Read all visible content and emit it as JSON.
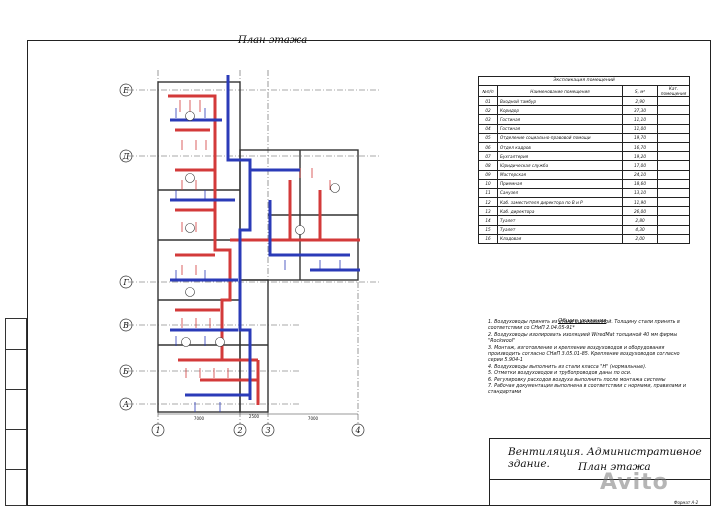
{
  "plan_title": "План этажа",
  "axes": {
    "rows": [
      "Е",
      "Д",
      "Г",
      "В",
      "Б",
      "А"
    ],
    "cols": [
      "1",
      "2",
      "3",
      "4"
    ],
    "bottom_dims": [
      "7000",
      "2500",
      "7000"
    ]
  },
  "explication": {
    "caption": "Экспликация помещений",
    "headers": [
      "№п/п",
      "Наименование помещения",
      "S, м²",
      "Кат. помещения"
    ],
    "rows": [
      [
        "01",
        "Входной тамбур",
        "2,90",
        ""
      ],
      [
        "02",
        "Коридор",
        "37,30",
        ""
      ],
      [
        "03",
        "Гостиная",
        "11,10",
        ""
      ],
      [
        "04",
        "Гостиная",
        "11,00",
        ""
      ],
      [
        "05",
        "Отделение социально-правовой помощи",
        "19,70",
        ""
      ],
      [
        "06",
        "Отдел кадров",
        "16,70",
        ""
      ],
      [
        "07",
        "Бухгалтерия",
        "19,20",
        ""
      ],
      [
        "08",
        "Юридическая служба",
        "17,00",
        ""
      ],
      [
        "09",
        "Мастерская",
        "24,10",
        ""
      ],
      [
        "10",
        "Приемная",
        "18,60",
        ""
      ],
      [
        "11",
        "Санузел",
        "13,10",
        ""
      ],
      [
        "12",
        "Каб. заместителя директора по В и Р",
        "11,90",
        ""
      ],
      [
        "13",
        "Каб. директора",
        "26,00",
        ""
      ],
      [
        "14",
        "Туалет",
        "2,80",
        ""
      ],
      [
        "15",
        "Туалет",
        "4,30",
        ""
      ],
      [
        "16",
        "Кладовая",
        "2,00",
        ""
      ]
    ]
  },
  "notes": {
    "title": "Общие указания",
    "items": [
      "1. Воздуховоды принять из стали оцинкованной. Толщину стали принять в соответствии со СНиП 2.04.05-91*",
      "2. Воздуховоды изолировать изоляцией WiredMat толщиной 40 мм фирмы \"Rockwool\"",
      "3. Монтаж, изготовление и крепление воздуховодов и оборудования производить согласно СНиП 3.05.01-85. Крепление воздуховодов согласно серии 5.904-1",
      "4. Воздуховоды выполнить из стали класса \"Н\" (нормальные).",
      "5. Отметки воздуховодов и трубопроводов даны по оси.",
      "6. Регулировку расходов воздуха выполнить после монтажа системы",
      "7. Рабочая документация выполнена в соответствии с нормами, правилами и стандартами"
    ]
  },
  "stamp": {
    "line1": "Вентиляция. Административное здание.",
    "line2": "План этажа"
  },
  "watermark": "Avito",
  "format_label": "Формат А-2",
  "colors": {
    "supply": "#d33a3a",
    "exhaust": "#2b3bb8",
    "line": "#222222"
  }
}
